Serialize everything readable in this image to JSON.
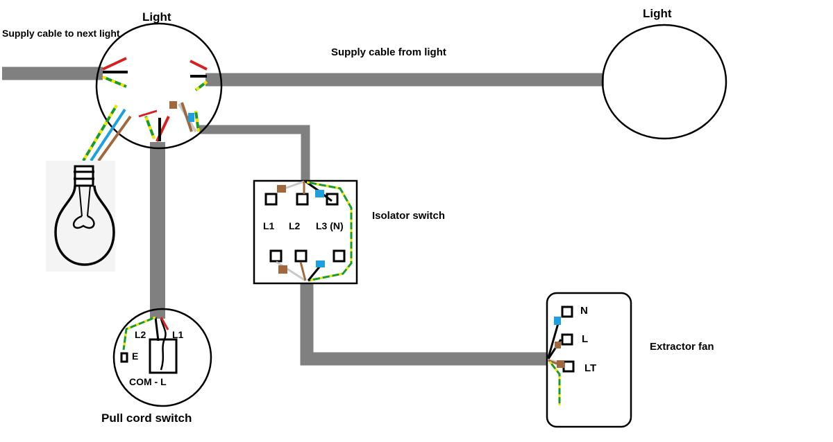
{
  "labels": {
    "light_left": "Light",
    "light_right": "Light",
    "supply_next": "Supply cable to next light",
    "supply_from": "Supply cable from light",
    "isolator": "Isolator switch",
    "extractor": "Extractor fan",
    "pull_cord": "Pull cord switch"
  },
  "isolator_terminals": {
    "l1": "L1",
    "l2": "L2",
    "l3": "L3 (N)"
  },
  "pullcord_terminals": {
    "l2": "L2",
    "l1": "L1",
    "e": "E",
    "com": "COM - L"
  },
  "fan_terminals": {
    "n": "N",
    "l": "L",
    "lt": "LT"
  },
  "colors": {
    "cable": "#808080",
    "live_red": "#d62020",
    "neutral_black": "#000000",
    "earth_green": "#1a9a2a",
    "earth_yellow": "#f2e600",
    "blue": "#1ea0e0",
    "brown": "#a0683c",
    "grey": "#c8c8c8"
  }
}
